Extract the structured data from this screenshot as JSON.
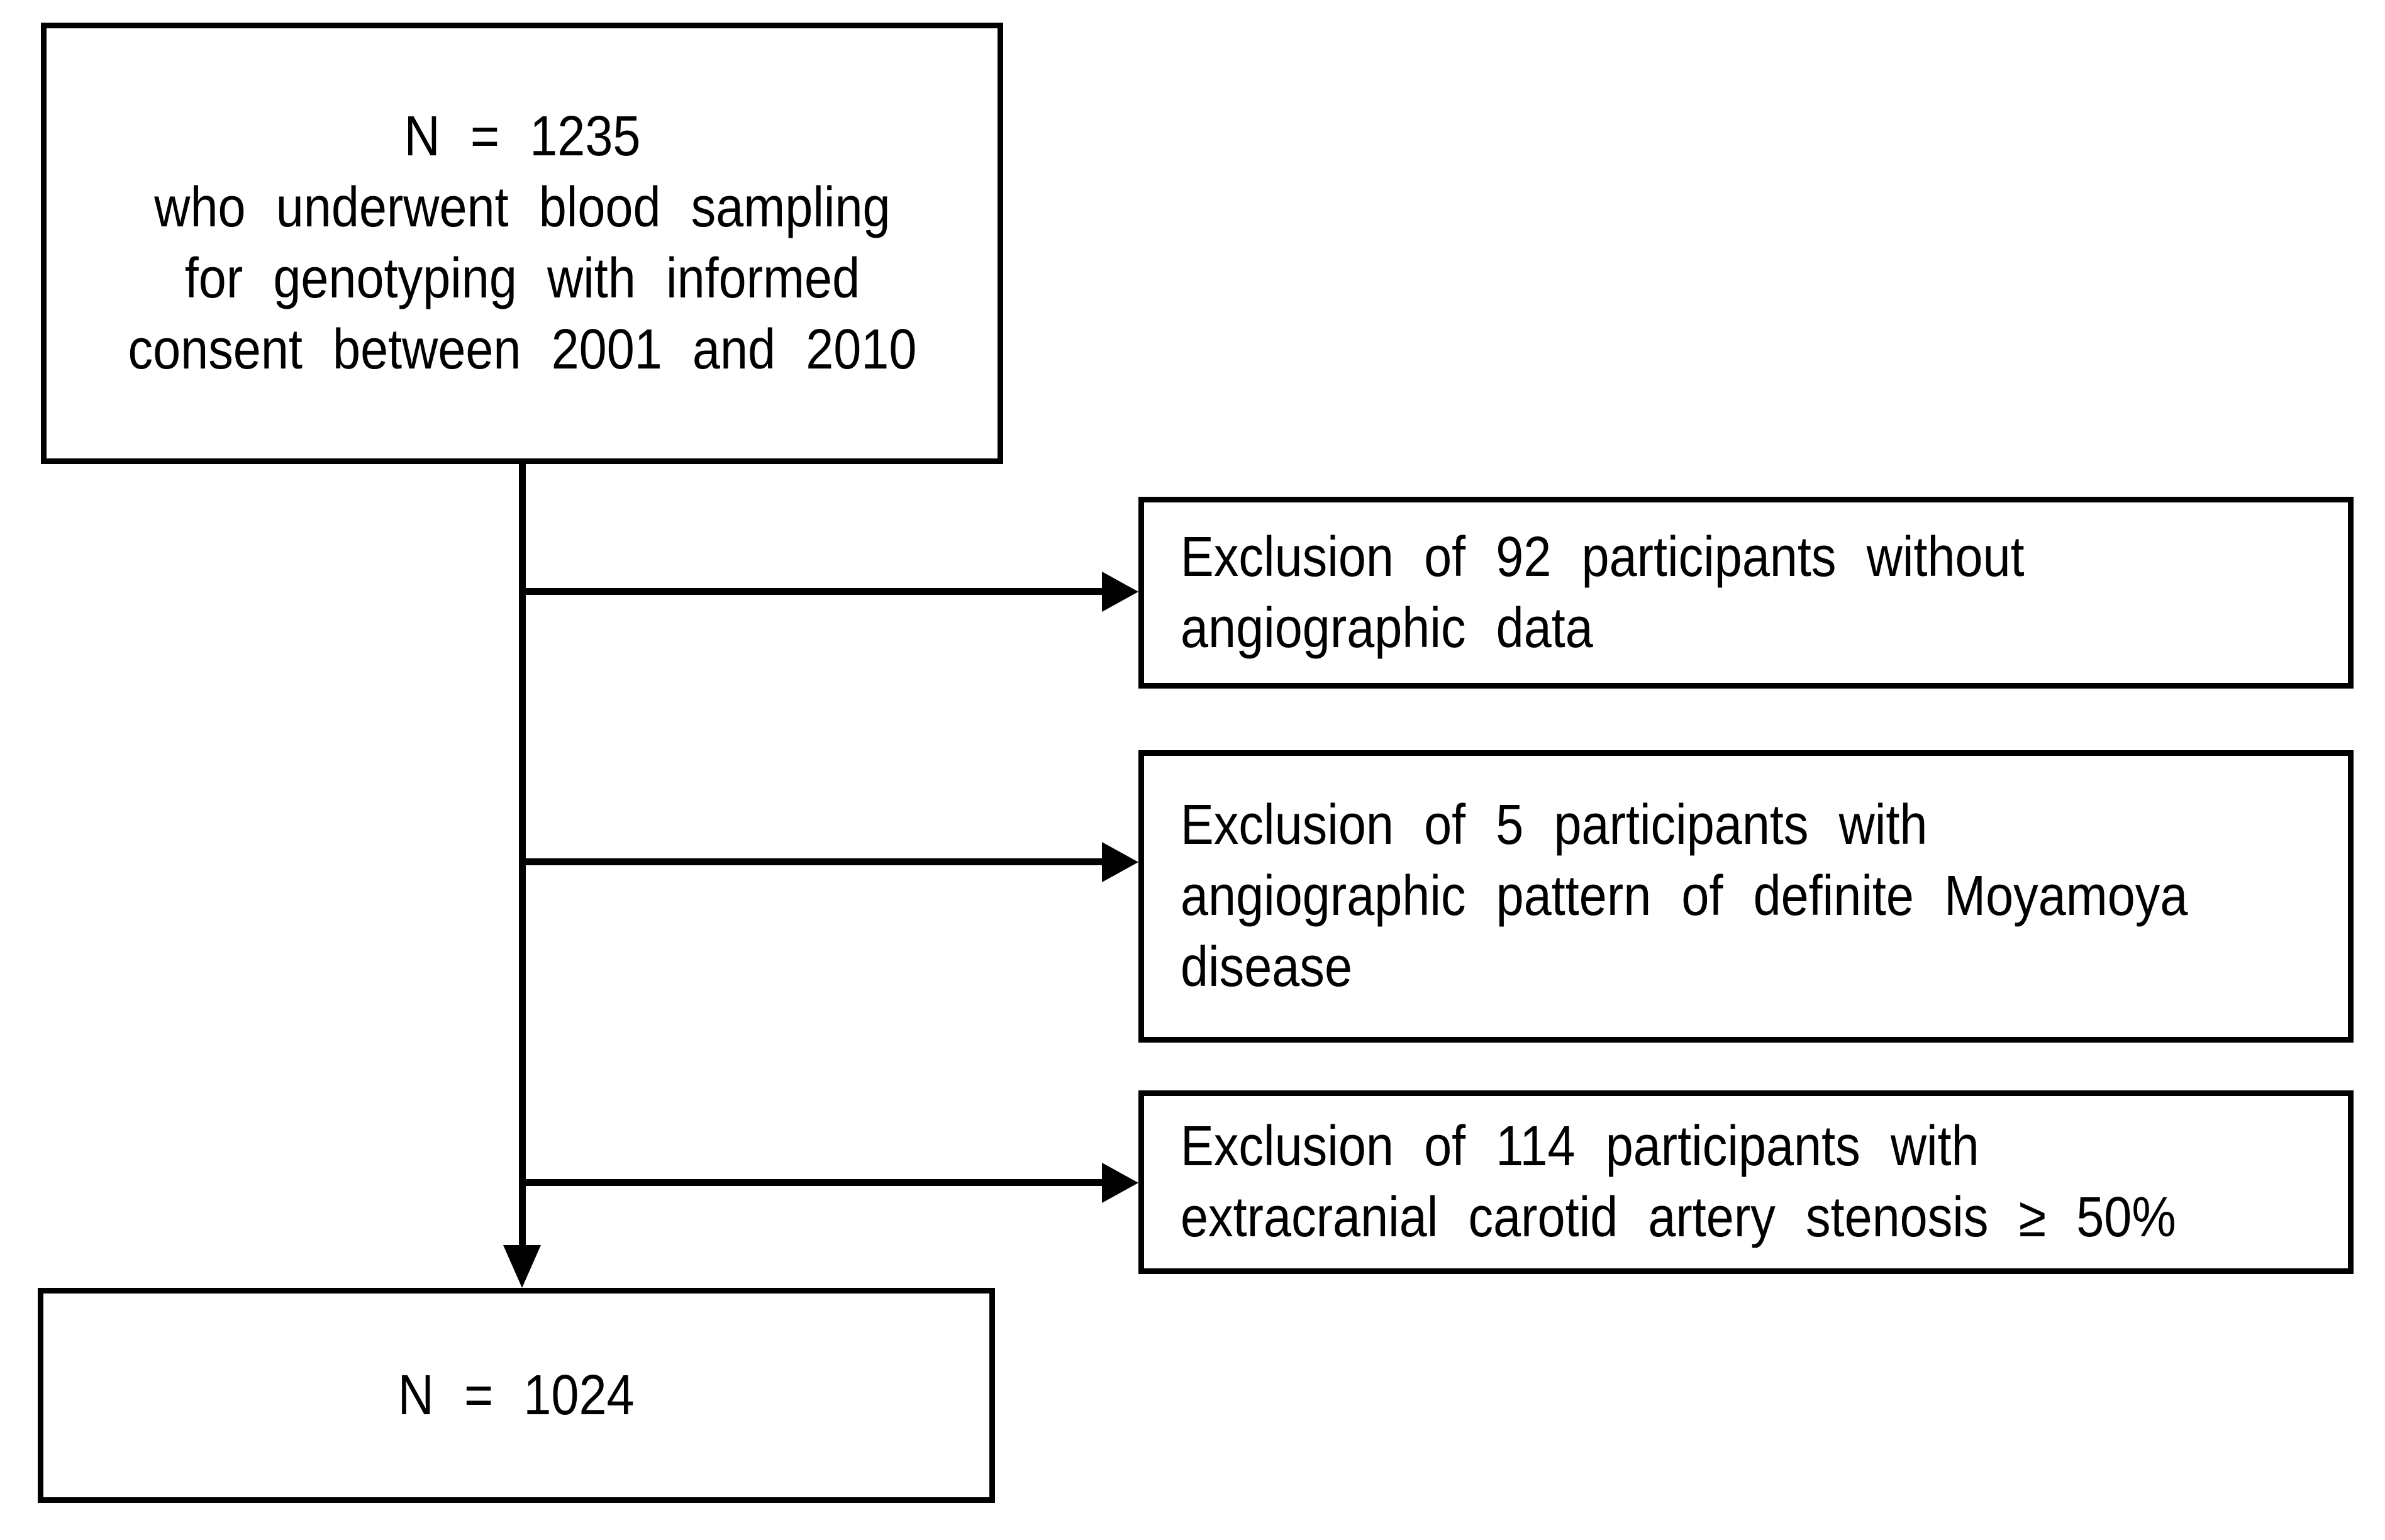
{
  "top_box": {
    "lines": [
      "N = 1235",
      "who underwent blood sampling",
      "for genotyping with informed",
      "consent between 2001 and 2010"
    ]
  },
  "exclusion_boxes": [
    {
      "lines": [
        "Exclusion of 92 participants without",
        "angiographic data"
      ]
    },
    {
      "lines": [
        "Exclusion of 5 participants with",
        "angiographic pattern of definite Moyamoya",
        "disease"
      ]
    },
    {
      "lines": [
        "Exclusion of 114 participants with",
        "extracranial carotid artery stenosis ≥ 50%"
      ]
    }
  ],
  "final_box": {
    "lines": [
      "N = 1024"
    ]
  },
  "colors": {
    "line": "#000000",
    "text": "#000000",
    "background": "#ffffff"
  }
}
